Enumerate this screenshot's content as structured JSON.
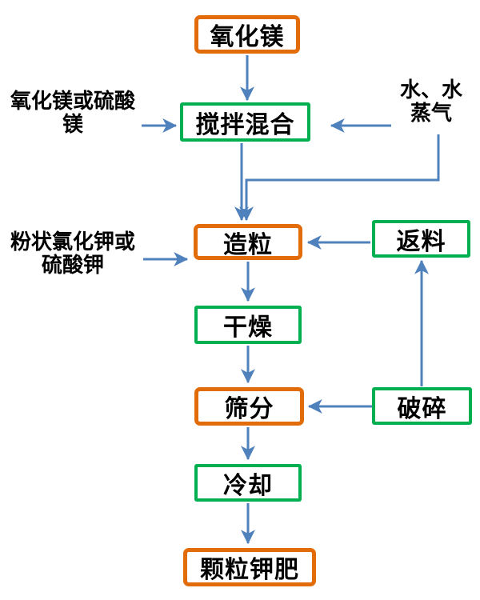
{
  "colors": {
    "box_border_orange": "#E36C0A",
    "box_border_green": "#00B050",
    "arrow_blue": "#4F81BD",
    "text": "#000000",
    "background": "#FFFFFF"
  },
  "diagram": {
    "type": "process-flowchart",
    "nodes": {
      "mgo": {
        "label": "氧化镁",
        "border": "orange"
      },
      "mix": {
        "label": "搅拌混合",
        "border": "green"
      },
      "granulate": {
        "label": "造粒",
        "border": "orange"
      },
      "return": {
        "label": "返料",
        "border": "green"
      },
      "dry": {
        "label": "干燥",
        "border": "green"
      },
      "sieve": {
        "label": "筛分",
        "border": "orange"
      },
      "crush": {
        "label": "破碎",
        "border": "green"
      },
      "cool": {
        "label": "冷却",
        "border": "green"
      },
      "product": {
        "label": "颗粒钾肥",
        "border": "orange"
      }
    },
    "inputs": {
      "mg_input": {
        "line1": "氧化镁或硫酸",
        "line2": "镁"
      },
      "water_input": {
        "line1": "水、水",
        "line2": "蒸气"
      },
      "k_input": {
        "line1": "粉状氯化钾或",
        "line2": "硫酸钾"
      }
    },
    "edges": [
      {
        "from": "氧化镁",
        "to": "搅拌混合"
      },
      {
        "from": "氧化镁或硫酸镁",
        "to": "搅拌混合"
      },
      {
        "from": "水、水蒸气",
        "to": "搅拌混合"
      },
      {
        "from": "搅拌混合",
        "to": "造粒"
      },
      {
        "from": "水、水蒸气",
        "to": "造粒"
      },
      {
        "from": "粉状氯化钾或硫酸钾",
        "to": "造粒"
      },
      {
        "from": "返料",
        "to": "造粒"
      },
      {
        "from": "造粒",
        "to": "干燥"
      },
      {
        "from": "干燥",
        "to": "筛分"
      },
      {
        "from": "破碎",
        "to": "筛分"
      },
      {
        "from": "破碎",
        "to": "返料"
      },
      {
        "from": "筛分",
        "to": "冷却"
      },
      {
        "from": "冷却",
        "to": "颗粒钾肥"
      }
    ]
  }
}
